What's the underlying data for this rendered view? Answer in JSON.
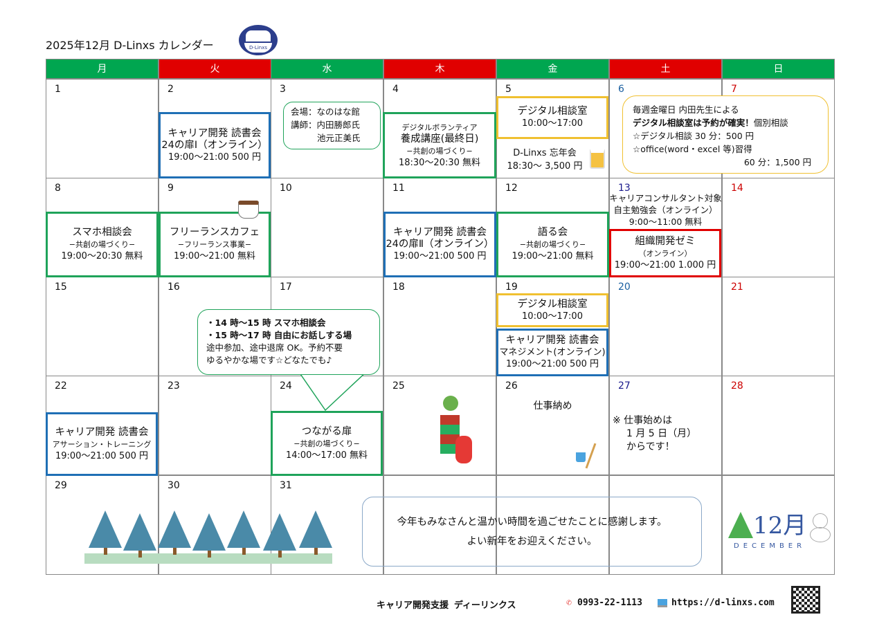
{
  "header": {
    "title": "2025年12月  D-Linxs カレンダー",
    "logo_text": "D-Linxs"
  },
  "weekdays": [
    "月",
    "火",
    "水",
    "木",
    "金",
    "土",
    "日"
  ],
  "days": [
    "1",
    "2",
    "3",
    "4",
    "5",
    "6",
    "7",
    "8",
    "9",
    "10",
    "11",
    "12",
    "13",
    "14",
    "15",
    "16",
    "17",
    "18",
    "19",
    "20",
    "21",
    "22",
    "23",
    "24",
    "25",
    "26",
    "27",
    "28",
    "29",
    "30",
    "31"
  ],
  "colors": {
    "green": "#00a650",
    "red": "#e00000",
    "blue": "#1f6fb5",
    "gold": "#f0c030"
  },
  "events": {
    "d2": [
      "キャリア開発 読書会",
      "24の扉Ⅰ（オンライン）",
      "19:00～21:00  500 円"
    ],
    "d3_note": [
      "会場：なのはな館",
      "講師：内田勝郎氏",
      "池元正美氏"
    ],
    "d4": [
      "デジタルボランティア",
      "養成講座(最終日)",
      "−共創の場づくり−",
      "18:30～20:30 無料"
    ],
    "d5_digital": [
      "デジタル相談室",
      "10:00～17:00"
    ],
    "d5_party": [
      "D-Linxs 忘年会",
      "18:30～  3,500 円"
    ],
    "d6_note": [
      "毎週金曜日  内田先生による",
      "デジタル相談室は予約が確実！",
      "個別相談",
      "☆デジタル相談 30 分：500 円",
      "☆office(word・excel 等)習得",
      "60 分：1,500 円"
    ],
    "d8": [
      "スマホ相談会",
      "−共創の場づくり−",
      "19:00～20:30  無料"
    ],
    "d9": [
      "フリーランスカフェ",
      "−フリーランス事業−",
      "19:00～21:00  無料"
    ],
    "d11": [
      "キャリア開発 読書会",
      "24の扉Ⅱ（オンライン）",
      "19:00～21:00  500 円"
    ],
    "d12": [
      "語る会",
      "−共創の場づくり−",
      "19:00～21:00  無料"
    ],
    "d13_study": [
      "キャリアコンサルタント対象",
      "自主勉強会（オンライン）",
      "9:00～11:00  無料"
    ],
    "d13_zemi": [
      "組織開発ゼミ",
      "（オンライン）",
      "19:00～21:00 1.000 円"
    ],
    "d17_note": [
      "・14 時～15 時  スマホ相談会",
      "・15 時～17 時  自由にお話しする場",
      "途中参加、途中退席 OK。予約不要",
      "ゆるやかな場です☆どなたでも♪"
    ],
    "d19_digital": [
      "デジタル相談室",
      "10:00～17:00"
    ],
    "d19_book": [
      "キャリア開発 読書会",
      "マネジメント(オンライン)",
      "19:00～21:00  500 円"
    ],
    "d22": [
      "キャリア開発 読書会",
      "アサーション・トレーニング",
      "19:00～21:00  500 円"
    ],
    "d24": [
      "つながる扉",
      "−共創の場づくり−",
      "14:00～17:00  無料"
    ],
    "d26": "仕事納め",
    "d27": [
      "※ 仕事始めは",
      "1 月 5 日（月）",
      "からです！"
    ]
  },
  "message": [
    "今年もみなさんと温かい時間を過ごせたことに感謝します。",
    "よい新年をお迎えください。"
  ],
  "month_badge": {
    "number": "12月",
    "english": "DECEMBER"
  },
  "footer": {
    "org": "キャリア開発支援  ディーリンクス",
    "phone": "0993-22-1113",
    "url": "https://d-linxs.com"
  }
}
